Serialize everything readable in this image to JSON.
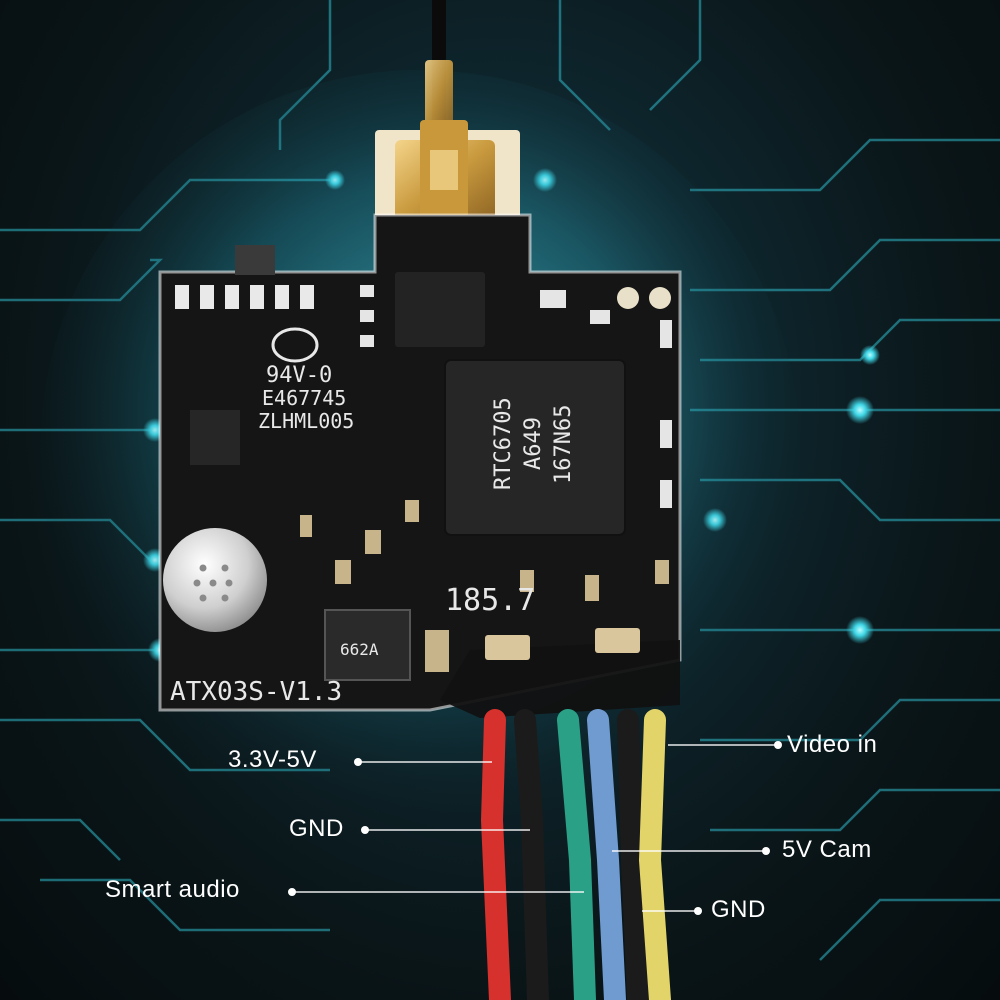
{
  "image": {
    "subject": "FPV video transmitter board with wire labels",
    "colors": {
      "background_glow": "#1d4a55",
      "circuit_lines": "#2fb7c6",
      "board": "#161616",
      "label_text": "#ffffff",
      "wire_red": "#d6312c",
      "wire_black": "#1a1a1a",
      "wire_green": "#2aa187",
      "wire_blue": "#6f9bd1",
      "wire_yellow": "#e3d46a"
    }
  },
  "board": {
    "cert_text": "94V-0",
    "ul_number": "E467745",
    "maker_code": "ZLHML005",
    "chip_line1": "RTC6705",
    "chip_line2": "A649",
    "chip_line3": "167N65",
    "silk_number": "185.7",
    "regulator_mark": "662A",
    "model_text": "ATX03S-V1.3"
  },
  "labels": {
    "power": "3.3V-5V",
    "gnd_left": "GND",
    "smart_audio": "Smart audio",
    "video_in": "Video in",
    "cam_5v": "5V Cam",
    "gnd_right": "GND"
  }
}
